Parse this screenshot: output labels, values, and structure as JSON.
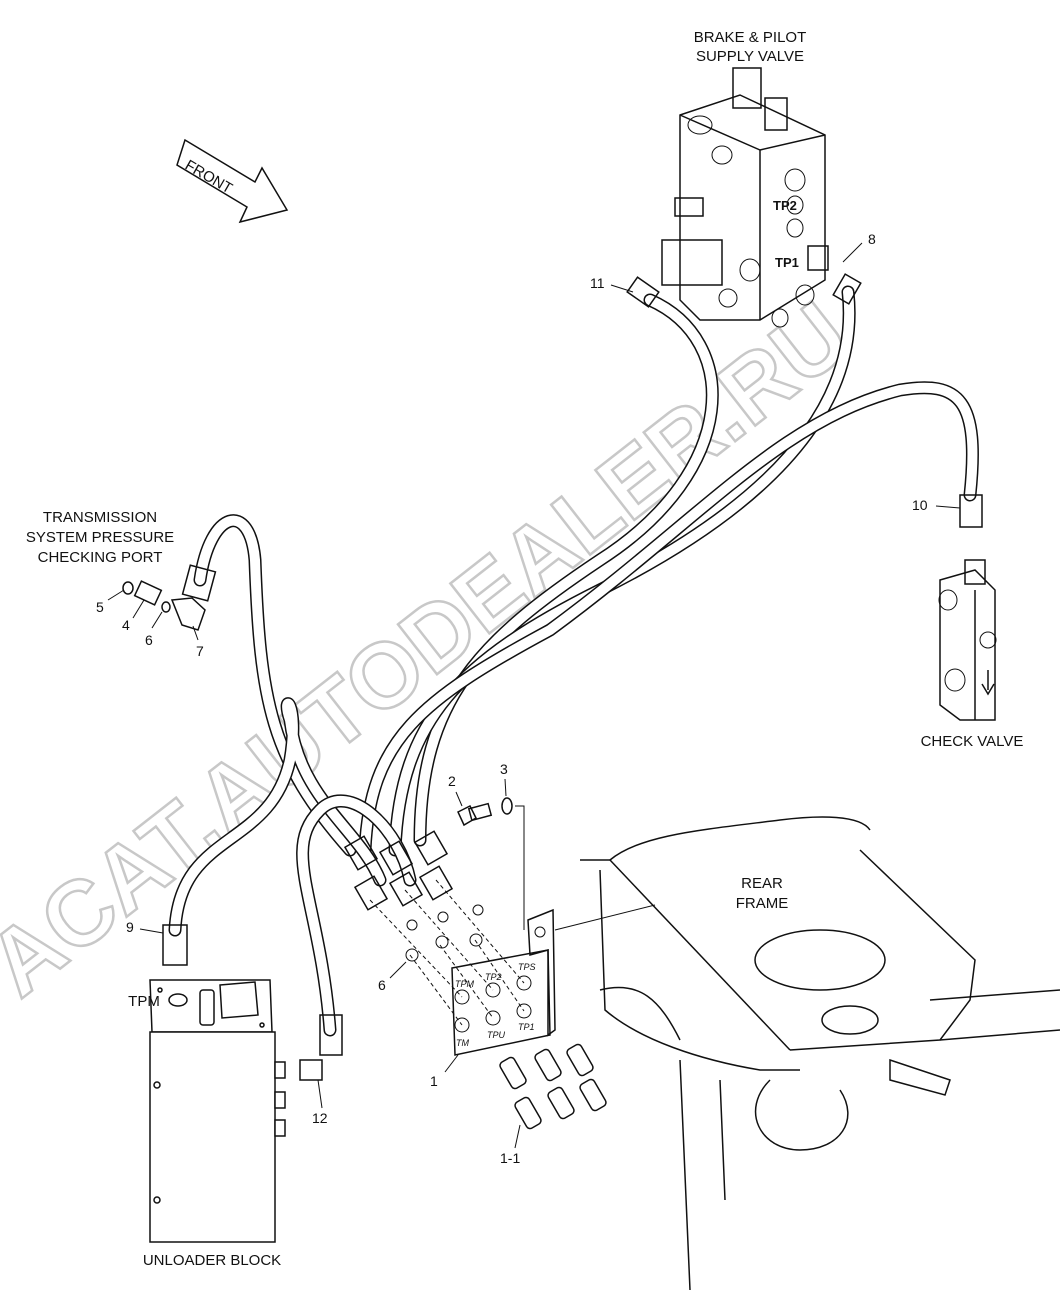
{
  "labels": {
    "brake_valve": [
      "BRAKE & PILOT",
      "SUPPLY VALVE"
    ],
    "transmission_port": [
      "TRANSMISSION",
      "SYSTEM PRESSURE",
      "CHECKING PORT"
    ],
    "check_valve": "CHECK VALVE",
    "rear_frame": [
      "REAR",
      "FRAME"
    ],
    "unloader_block": "UNLOADER BLOCK",
    "front_arrow": "FRONT",
    "tpm_label": "TPM"
  },
  "callouts": [
    "1",
    "1-1",
    "2",
    "3",
    "4",
    "5",
    "6",
    "6",
    "7",
    "8",
    "9",
    "10",
    "11",
    "12"
  ],
  "valve_ports": [
    "TP2",
    "TP1"
  ],
  "plate_ports": [
    "TPM",
    "TP2",
    "TPS",
    "TM",
    "TPU",
    "TP1"
  ],
  "watermark": "ACAT.AUTODEALER.RU"
}
